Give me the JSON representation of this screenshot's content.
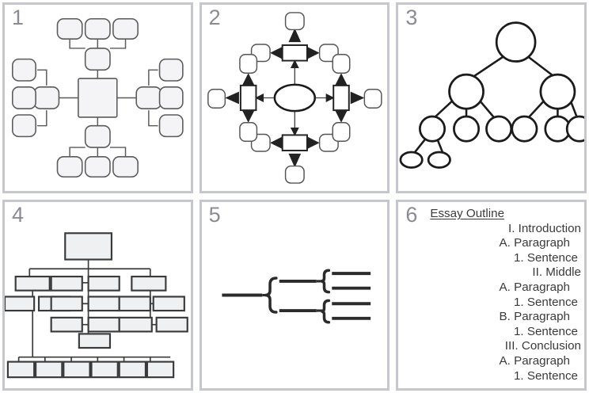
{
  "figure": {
    "title": "Six graphic-organizer diagram thumbnails",
    "panel_count": 6,
    "border_color": "#c6c6ce",
    "number_color": "#8b8b93",
    "ink_color": "#3a3a3a",
    "fill_color": "#eef0f2"
  },
  "panels": [
    {
      "number": "1",
      "name": "mind-map",
      "description": "Central square hub with four branch nodes (top, bottom, left, right), each branch connected to three rounded leaf nodes."
    },
    {
      "number": "2",
      "name": "radial-arrow-diagram",
      "description": "Central ellipse with four bold arrows to rectangles; each rectangle emits three arrows to rounded squares."
    },
    {
      "number": "3",
      "name": "hierarchy-tree-circles",
      "description": "Root circle with two children; each child has three children; leftmost grandchild has two small leaf circles."
    },
    {
      "number": "4",
      "name": "organization-chart",
      "description": "Top box over a horizontal bus feeding three sub-trees, with a bottom row of six boxes."
    },
    {
      "number": "5",
      "name": "bracket-outline",
      "description": "Single line splits through a large brace into two lines, each splitting through a small brace into two lines."
    },
    {
      "number": "6",
      "name": "essay-outline-text",
      "description": "Text outline of an essay."
    }
  ],
  "outline": {
    "heading": "Essay Outline",
    "lines": [
      {
        "text": "I. Introduction",
        "level": 0
      },
      {
        "text": "A. Paragraph",
        "level": 1
      },
      {
        "text": "1. Sentence",
        "level": 2
      },
      {
        "text": "II. Middle",
        "level": 0
      },
      {
        "text": "A. Paragraph",
        "level": 1
      },
      {
        "text": "1. Sentence",
        "level": 2
      },
      {
        "text": "B. Paragraph",
        "level": 1
      },
      {
        "text": "1. Sentence",
        "level": 2
      },
      {
        "text": "III. Conclusion",
        "level": 0
      },
      {
        "text": "A. Paragraph",
        "level": 1
      },
      {
        "text": "1. Sentence",
        "level": 2
      }
    ]
  }
}
